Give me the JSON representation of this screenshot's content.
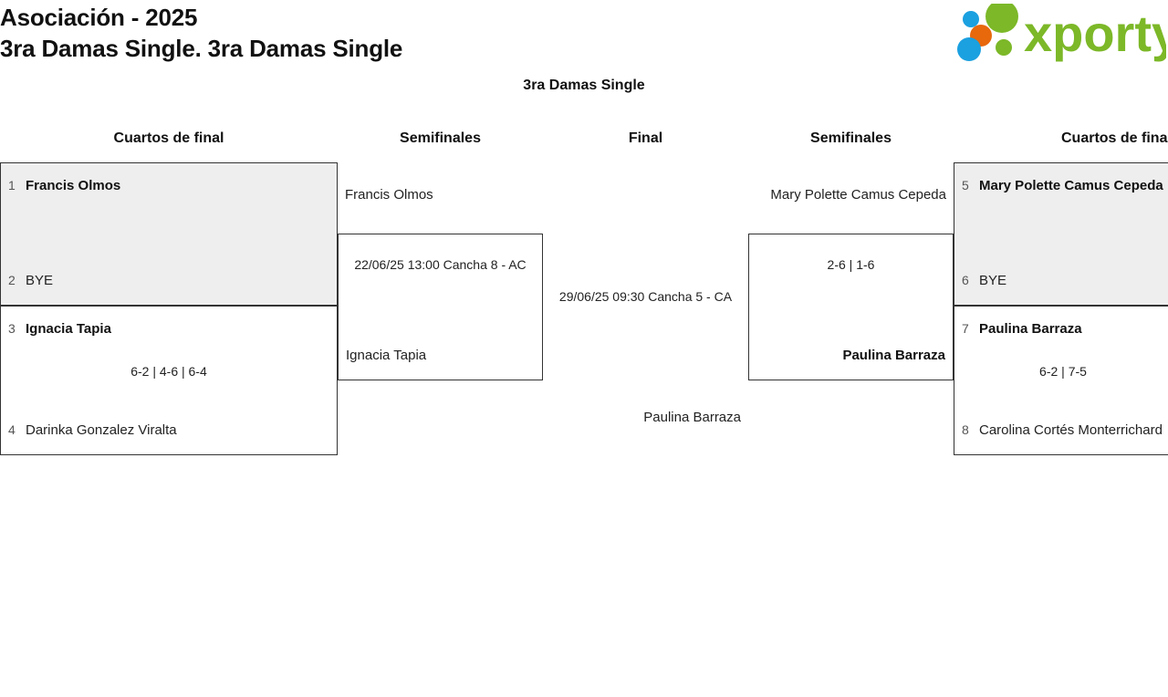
{
  "header": {
    "title_line1": "Asociación - 2025",
    "title_line2": "3ra Damas Single. 3ra Damas Single",
    "logo_text": "xporty",
    "logo_colors": {
      "green": "#7cb828",
      "orange": "#e8680c",
      "blue": "#1ba0e0"
    }
  },
  "bracket": {
    "title": "3ra Damas Single",
    "rounds": [
      {
        "label": "Cuartos de final"
      },
      {
        "label": "Semifinales"
      },
      {
        "label": "Final"
      },
      {
        "label": "Semifinales"
      },
      {
        "label": "Cuartos de final"
      }
    ],
    "left": {
      "quarterfinals": [
        {
          "top": {
            "seed": "1",
            "name": "Francis Olmos",
            "winner": true
          },
          "bottom": {
            "seed": "2",
            "name": "BYE",
            "winner": false
          },
          "result": ""
        },
        {
          "top": {
            "seed": "3",
            "name": "Ignacia Tapia",
            "winner": true
          },
          "bottom": {
            "seed": "4",
            "name": "Darinka Gonzalez Viralta",
            "winner": false
          },
          "result": "6-2 | 4-6 | 6-4"
        }
      ],
      "semifinal": {
        "top": {
          "seed": "",
          "name": "Francis Olmos",
          "winner": false
        },
        "bottom": {
          "seed": "",
          "name": "Ignacia Tapia",
          "winner": false
        },
        "result": "22/06/25 13:00 Cancha 8 - AC"
      }
    },
    "right": {
      "quarterfinals": [
        {
          "top": {
            "seed": "5",
            "name": "Mary Polette Camus Cepeda",
            "winner": true
          },
          "bottom": {
            "seed": "6",
            "name": "BYE",
            "winner": false
          },
          "result": ""
        },
        {
          "top": {
            "seed": "7",
            "name": "Paulina Barraza",
            "winner": true
          },
          "bottom": {
            "seed": "8",
            "name": "Carolina Cortés Monterrichard",
            "winner": false
          },
          "result": "6-2 | 7-5"
        }
      ],
      "semifinal": {
        "top": {
          "seed": "",
          "name": "Mary Polette Camus Cepeda",
          "winner": false
        },
        "bottom": {
          "seed": "",
          "name": "Paulina Barraza",
          "winner": true
        },
        "result": "2-6 | 1-6"
      }
    },
    "final": {
      "top": {
        "seed": "",
        "name": "",
        "winner": false
      },
      "bottom": {
        "seed": "",
        "name": "Paulina Barraza",
        "winner": false
      },
      "result": "29/06/25 09:30 Cancha 5 - CA"
    }
  }
}
